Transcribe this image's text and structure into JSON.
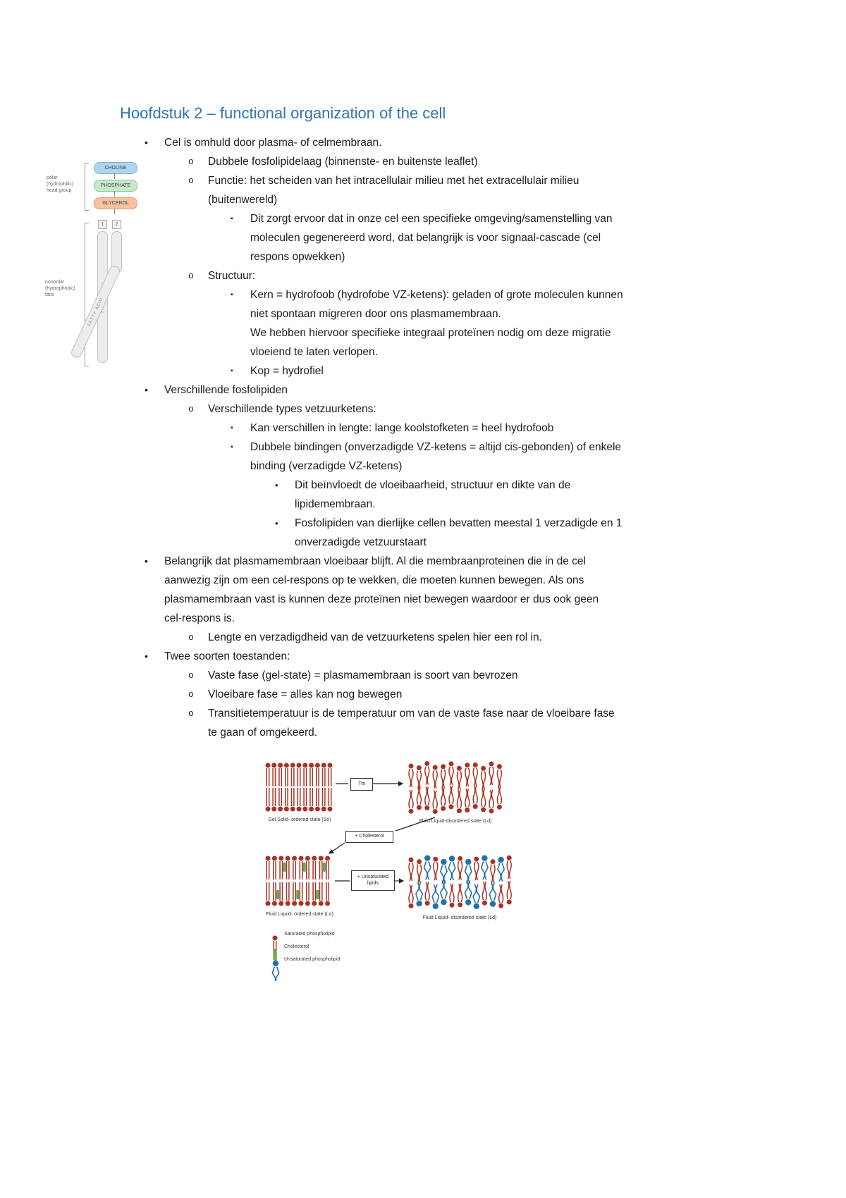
{
  "title": "Hoofdstuk 2 – functional organization of the cell",
  "bullet_glyphs": {
    "1": "•",
    "2": "o",
    "3": "▪",
    "4": "•"
  },
  "notes": [
    {
      "level": 1,
      "text": "Cel is omhuld door plasma- of celmembraan."
    },
    {
      "level": 2,
      "text": "Dubbele fosfolipidelaag (binnenste- en buitenste leaflet)"
    },
    {
      "level": 2,
      "text": "Functie: het scheiden van het intracellulair milieu met het extracellulair milieu\n(buitenwereld)"
    },
    {
      "level": 3,
      "text": "Dit zorgt ervoor dat in onze cel een specifieke omgeving/samenstelling van\nmoleculen gegenereerd word, dat belangrijk is voor signaal-cascade (cel\nrespons opwekken)"
    },
    {
      "level": 2,
      "text": "Structuur:"
    },
    {
      "level": 3,
      "text": "Kern = hydrofoob (hydrofobe VZ-ketens): geladen of grote moleculen kunnen\nniet spontaan migreren door ons plasmamembraan.\nWe hebben hiervoor specifieke integraal proteïnen nodig om deze migratie\nvloeiend te laten verlopen."
    },
    {
      "level": 3,
      "text": "Kop = hydrofiel"
    },
    {
      "level": 1,
      "text": "Verschillende fosfolipiden"
    },
    {
      "level": 2,
      "text": "Verschillende types vetzuurketens:"
    },
    {
      "level": 3,
      "text": "Kan verschillen in lengte: lange koolstofketen = heel hydrofoob"
    },
    {
      "level": 3,
      "text": "Dubbele bindingen (onverzadigde VZ-ketens = altijd cis-gebonden) of enkele\nbinding (verzadigde VZ-ketens)"
    },
    {
      "level": 4,
      "text": "Dit beïnvloedt de vloeibaarheid, structuur en dikte van de\nlipidemembraan."
    },
    {
      "level": 4,
      "text": "Fosfolipiden van dierlijke cellen bevatten meestal 1 verzadigde en 1\nonverzadigde vetzuurstaart"
    },
    {
      "level": 1,
      "text": "Belangrijk dat plasmamembraan vloeibaar blijft. Al die membraanproteinen die in de cel\naanwezig zijn om een cel-respons op te wekken, die moeten kunnen bewegen. Als ons\nplasmamembraan vast is kunnen deze proteïnen niet bewegen waardoor er dus ook geen\ncel-respons is."
    },
    {
      "level": 2,
      "text": "Lengte en verzadigdheid van de vetzuurketens spelen hier een rol in."
    },
    {
      "level": 1,
      "text": "Twee soorten toestanden:"
    },
    {
      "level": 2,
      "text": "Vaste fase (gel-state) = plasmamembraan is soort van bevrozen"
    },
    {
      "level": 2,
      "text": "Vloeibare fase = alles kan nog bewegen"
    },
    {
      "level": 2,
      "text": "Transitietemperatuur is de temperatuur om van de vaste fase naar de vloeibare fase\nte gaan of omgekeerd."
    }
  ],
  "phospholipid_figure": {
    "polar_label": "polar\n(hydrophilic)\nhead group",
    "nonpolar_label": "nonpolar\n(hydrophobic)\ntails",
    "choline": "CHOLINE",
    "phosphate": "PHOSPHATE",
    "glycerol": "GLYCEROL",
    "sn1": "1",
    "sn2": "2",
    "fatty_acid_1": "FATTY ACID",
    "fatty_acid_2": "FATTY ACID"
  },
  "membrane_figure": {
    "captions": {
      "gel": "Gel Solid- ordered state (So)",
      "fluid_ld_top": "Fluid Liquid-disordered state (Ld)",
      "fluid_lo": "Fluid Liquid- ordered state (Lo)",
      "fluid_ld_bottom": "Fluid Liquid- disordered state (Ld)"
    },
    "transition_labels": {
      "tm": "Tm",
      "cholesterol": "+ Cholesterol",
      "unsaturated": "+ Unsaturated\nlipids"
    },
    "legend": [
      {
        "type": "saturated",
        "label": "Saturated phospholipid"
      },
      {
        "type": "cholesterol",
        "label": "Cholesterol"
      },
      {
        "type": "unsaturated",
        "label": "Unsaturated phospholipid"
      }
    ],
    "colors": {
      "saturated": "#A93226",
      "unsaturated": "#2471A3",
      "cholesterol": "#6AB04C",
      "cholesterol_stroke": "#46792F"
    }
  }
}
